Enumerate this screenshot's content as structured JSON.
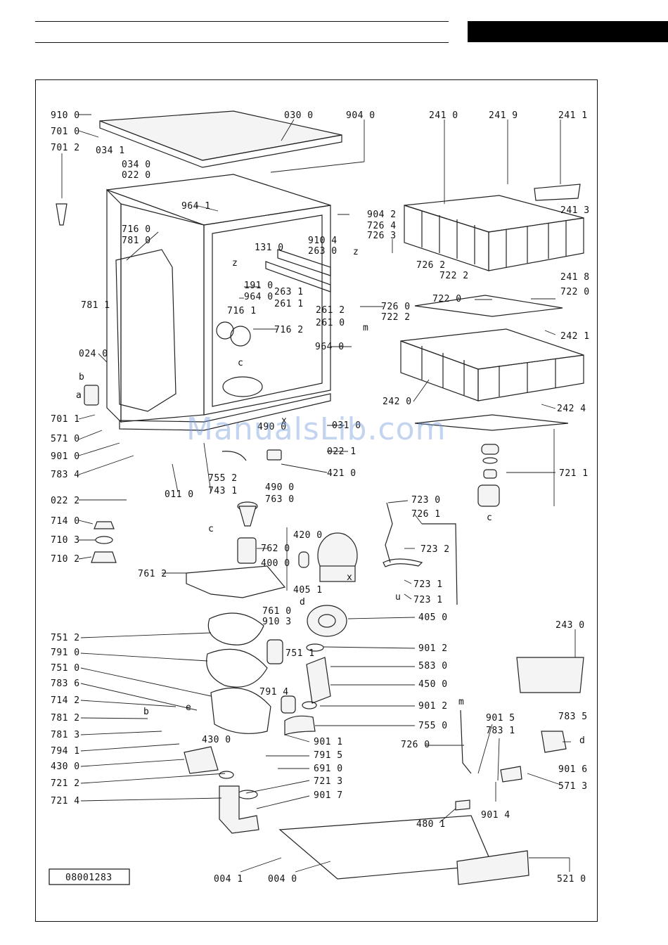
{
  "document_code": "08001283",
  "watermark": "ManualsLib.com",
  "letters": [
    "z",
    "z",
    "c",
    "b",
    "a",
    "x",
    "m",
    "c",
    "c",
    "d",
    "x",
    "u",
    "e",
    "b",
    "m",
    "d"
  ],
  "labels": {
    "l9100": "910 0",
    "l7010": "701 0",
    "l7012": "701 2",
    "l0341": "034 1",
    "l0340": "034 0",
    "l0220": "022 0",
    "l0300": "030 0",
    "l9040": "904 0",
    "l2410": "241 0",
    "l2419": "241 9",
    "l2411": "241 1",
    "l9641": "964 1",
    "l9042": "904 2",
    "l7264": "726 4",
    "l7263": "726 3",
    "l2413": "241 3",
    "l7160": "716 0",
    "l7810": "781 0",
    "l1310": "131 0",
    "l9104": "910 4",
    "l2630": "263 0",
    "l7262": "726 2",
    "l7222": "722 2",
    "l2418": "241 8",
    "l7811": "781 1",
    "l1910": "191 0",
    "l9640": "964 0",
    "l2631": "263 1",
    "l2611": "261 1",
    "l7161": "716 1",
    "l7220": "722 0",
    "l7220b": "722 0",
    "l2612": "261 2",
    "l2610": "261 0",
    "l7260": "726 0",
    "l7222b": "722 2",
    "l7162": "716 2",
    "l9640b": "964 0",
    "l2421": "242 1",
    "l0240": "024 0",
    "l2420": "242 0",
    "l7011": "701 1",
    "l0310": "031 0",
    "l2424": "242 4",
    "l5710": "571 0",
    "l4900": "490 0",
    "l0221": "022 1",
    "l9010": "901 0",
    "l7211": "721 1",
    "l4210": "421 0",
    "l7834": "783 4",
    "l7552": "755 2",
    "l0110": "011 0",
    "l7431": "743 1",
    "l4900b": "490 0",
    "l7630": "763 0",
    "l0222": "022 2",
    "l7230": "723 0",
    "l7261": "726 1",
    "l7140": "714 0",
    "l4200": "420 0",
    "l7103": "710 3",
    "l7232": "723 2",
    "l7620": "762 0",
    "l4000": "400 0",
    "l7102": "710 2",
    "l7612": "761 2",
    "l4051": "405 1",
    "l7231": "723 1",
    "l7231b": "723 1",
    "l7610": "761 0",
    "l9103": "910 3",
    "l4050": "405 0",
    "l2430": "243 0",
    "l7512": "751 2",
    "l9012": "901 2",
    "l7910": "791 0",
    "l7511": "751 1",
    "l5830": "583 0",
    "l7510": "751 0",
    "l4500": "450 0",
    "l7836": "783 6",
    "l7914": "791 4",
    "l7142": "714 2",
    "l9012b": "901 2",
    "l7812": "781 2",
    "l7550": "755 0",
    "l9015": "901 5",
    "l7835": "783 5",
    "l7813": "781 3",
    "l7831": "783 1",
    "l4300a": "430 0",
    "l9011": "901 1",
    "l7941": "794 1",
    "l7915": "791 5",
    "l7260b": "726 0",
    "l9016": "901 6",
    "l4300": "430 0",
    "l6910": "691 0",
    "l7212": "721 2",
    "l7213": "721 3",
    "l7133": "571 3",
    "l7214": "721 4",
    "l9017": "901 7",
    "l9014": "901 4",
    "l4801": "480 1",
    "l0041": "004 1",
    "l0040": "004 0",
    "l5210": "521 0"
  },
  "colors": {
    "ink": "#111111",
    "tab": "#000000",
    "watermark": "#8aa8d8"
  }
}
